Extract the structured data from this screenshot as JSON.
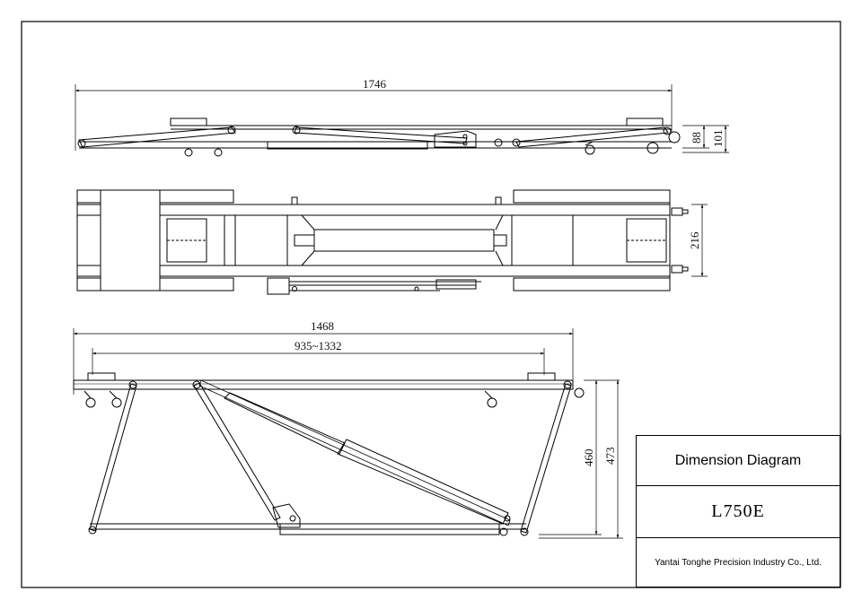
{
  "dimensions": {
    "side_length": "1746",
    "side_height_low": "88",
    "side_height_high": "101",
    "top_width": "216",
    "front_length": "1468",
    "front_range": "935~1332",
    "front_height_low": "460",
    "front_height_high": "473"
  },
  "title_block": {
    "title": "Dimension Diagram",
    "model": "L750E",
    "company": "Yantai Tonghe Precision Industry Co., Ltd."
  }
}
